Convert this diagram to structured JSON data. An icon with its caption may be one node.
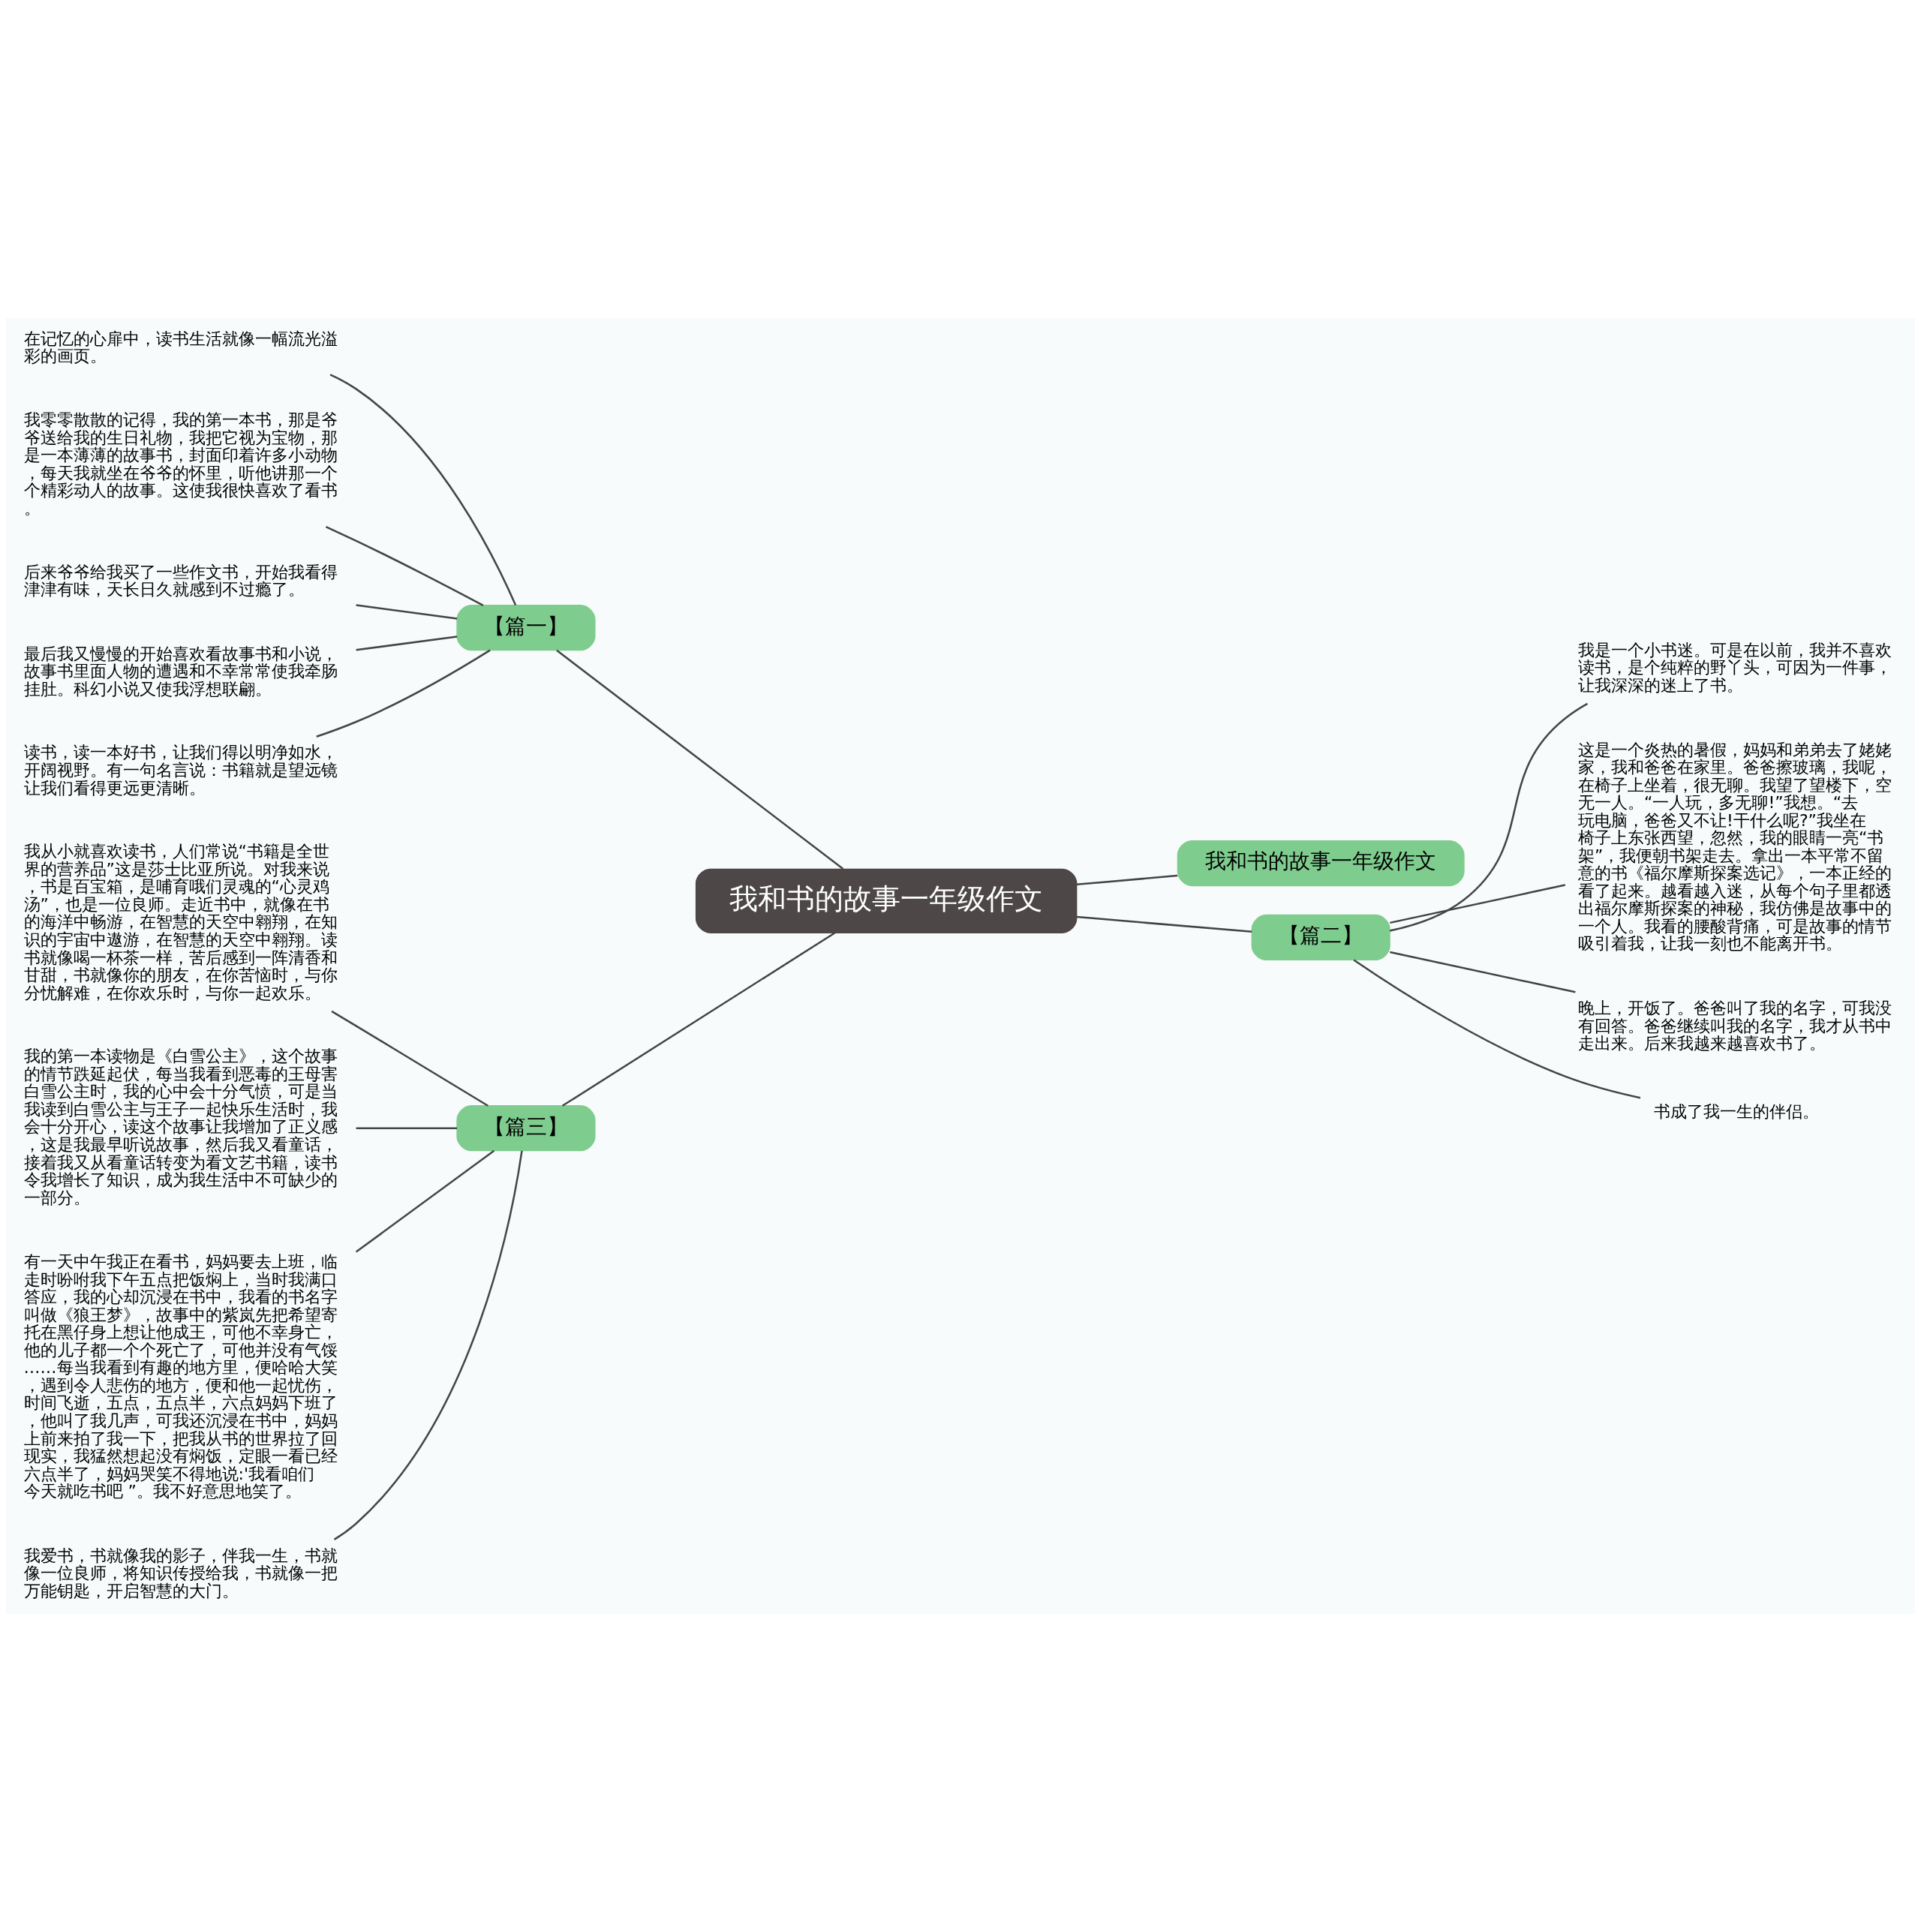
{
  "diagram": {
    "nodes": [
      {
        "text": [
          "我和书的故事一年级作文"
        ]
      },
      {
        "text": [
          "【篇一】"
        ]
      },
      {
        "text": [
          "在记忆的心扉中，读书生活就像一幅流光溢彩的画页。"
        ]
      },
      {
        "text": [
          "我零零散散的记得，我的第一本书，那是爷爷送给我的生日礼物，我把它视为宝物，那是一本薄薄的故事书，封面印着许多小动物，每天我就坐在爷爷的怀里，听他讲那一个个精彩动人的故事。这使我很快喜欢了看书。"
        ]
      },
      {
        "text": [
          "后来爷爷给我买了一些作文书，开始我看得津津有味，天长日久就感到不过瘾了。"
        ]
      },
      {
        "text": [
          "最后我又慢慢的开始喜欢看故事书和小说，故事书里面人物的遭遇和不幸常常使我牵肠挂肚。科幻小说又使我浮想联翩。"
        ]
      },
      {
        "text": [
          "读书，读一本好书，让我们得以明净如水，开阔视野。有一句名言说：书籍就是望远镜让我们看得更远更清晰。"
        ]
      },
      {
        "text": [
          "【篇三】"
        ]
      },
      {
        "text": [
          "我从小就喜欢读书，人们常说“书籍是全世界的营养品”这是莎士比亚所说。对我来说，书是百宝箱，是哺育哦们灵魂的“心灵鸡汤”，也是一位良师。走近书中，就像在书的海洋中畅游，在智慧的天空中翱翔，在知识的宇宙中遨游，在智慧的天空中翱翔。读书就像喝一杯茶一样，苦后感到一阵清香和甘甜，书就像你的朋友，在你苦恼时，与你分忧解难，在你欢乐时，与你一起欢乐。"
        ]
      },
      {
        "text": [
          "我的第一本读物是《白雪公主》，这个故事的情节跌延起伏，每当我看到恶毒的王母害白雪公主时，我的心中会十分气愤，可是当我读到白雪公主与王子一起快乐生活时，我会十分开心，读这个故事让我增加了正义感，这是我最早听说故事，然后我又看童话，接着我又从看童话转变为看文艺书籍，读书令我增长了知识，成为我生活中不可缺少的一部分。"
        ]
      },
      {
        "text": [
          "有一天中午我正在看书，妈妈要去上班，临走时吩咐我下午五点把饭焖上，当时我满口答应，我的心却沉浸在书中，我看的书名字叫做《狼王梦》，故事中的紫岚先把希望寄托在黑仔身上想让他成王，可他不幸身亡，他的儿子都一个个死亡了，可他并没有气馁……每当我看到有趣的地方里，便哈哈大笑，遇到令人悲伤的地方，便和他一起忧伤，时间飞逝，五点，五点半，六点妈妈下班了，他叫了我几声，可我还沉浸在书中，妈妈上前来拍了我一下，把我从书的世界拉了回现实，我猛然想起没有焖饭，定眼一看已经六点半了，妈妈哭笑不得地说:'我看咱们今天就吃书吧 ”。我不好意思地笑了。"
        ]
      },
      {
        "text": [
          "我爱书，书就像我的影子，伴我一生，书就像一位良师，将知识传授给我，书就像一把万能钥匙，开启智慧的大门。"
        ]
      },
      {
        "text": [
          "我和书的故事一年级作文"
        ]
      },
      {
        "text": [
          "【篇二】"
        ]
      },
      {
        "text": [
          "我是一个小书迷。可是在以前，我并不喜欢读书，是个纯粹的野丫头，可因为一件事，让我深深的迷上了书。"
        ]
      },
      {
        "text": [
          "这是一个炎热的暑假，妈妈和弟弟去了姥姥家，我和爸爸在家里。爸爸擦玻璃，我呢，在椅子上坐着，很无聊。我望了望楼下，空无一人。“一人玩，多无聊!”我想。“去玩电脑，爸爸又不让!干什么呢?”我坐在椅子上东张西望，忽然，我的眼睛一亮“书架”，我便朝书架走去。拿出一本平常不留意的书《福尔摩斯探案选记》，一本正经的看了起来。越看越入迷，从每个句子里都透出福尔摩斯探案的神秘，我仿佛是故事中的一个人。我看的腰酸背痛，可是故事的情节吸引着我，让我一刻也不能离开书。"
        ]
      },
      {
        "text": [
          "晚上，开饭了。爸爸叫了我的名字，可我没有回答。爸爸继续叫我的名字，我才从书中走出来。后来我越来越喜欢书了。"
        ]
      },
      {
        "text": [
          "书成了我一生的伴侣。"
        ]
      }
    ],
    "edges": [
      {
        "from": 0,
        "to": 1,
        "arrow": "none"
      },
      {
        "from": 1,
        "to": 2,
        "arrow": "none"
      },
      {
        "from": 1,
        "to": 3,
        "arrow": "none"
      },
      {
        "from": 1,
        "to": 4,
        "arrow": "none"
      },
      {
        "from": 1,
        "to": 5,
        "arrow": "none"
      },
      {
        "from": 1,
        "to": 6,
        "arrow": "none"
      },
      {
        "from": 0,
        "to": 7,
        "arrow": "none"
      },
      {
        "from": 7,
        "to": 8,
        "arrow": "none"
      },
      {
        "from": 7,
        "to": 9,
        "arrow": "none"
      },
      {
        "from": 7,
        "to": 10,
        "arrow": "none"
      },
      {
        "from": 7,
        "to": 11,
        "arrow": "none"
      },
      {
        "from": 0,
        "to": 12,
        "arrow": "none"
      },
      {
        "from": 0,
        "to": 13,
        "arrow": "none"
      },
      {
        "from": 13,
        "to": 14,
        "arrow": "none"
      },
      {
        "from": 13,
        "to": 15,
        "arrow": "none"
      },
      {
        "from": 13,
        "to": 16,
        "arrow": "none"
      },
      {
        "from": 13,
        "to": 17,
        "arrow": "none"
      }
    ]
  }
}
